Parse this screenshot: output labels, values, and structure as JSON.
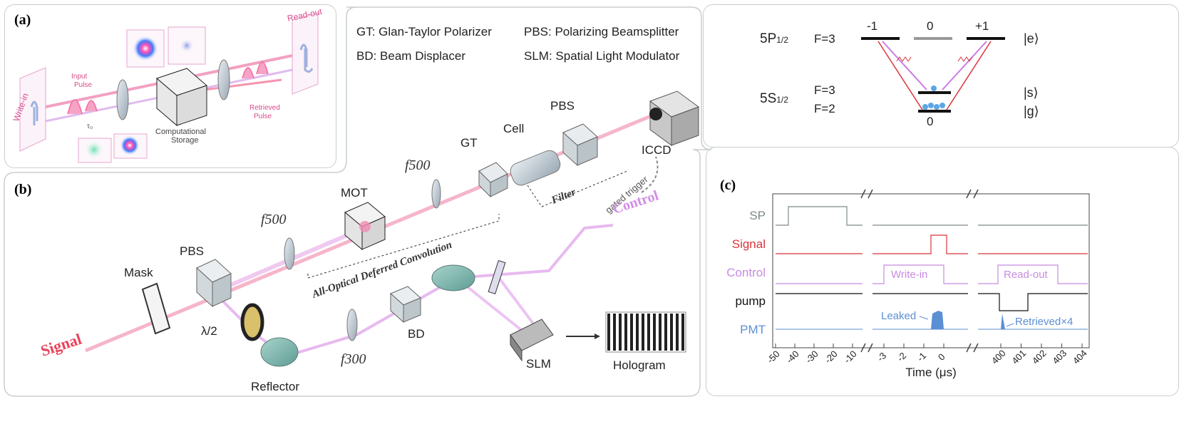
{
  "panel_a": {
    "label": "(a)",
    "write_in": "Write-in",
    "read_out": "Read-out",
    "input_pulse_line1": "Input",
    "input_pulse_line2": "Pulse",
    "tau": "τ₀",
    "storage_line1": "Computational",
    "storage_line2": "Storage",
    "retrieved_line1": "Retrieved",
    "retrieved_line2": "Pulse"
  },
  "panel_b": {
    "label": "(b)",
    "legend": {
      "gt": "GT: Glan-Taylor Polarizer",
      "pbs": "PBS: Polarizing Beamsplitter",
      "bd": "BD: Beam Displacer",
      "slm": "SLM: Spatial Light Modulator"
    },
    "components": {
      "gt": "GT",
      "cell": "Cell",
      "pbs_top": "PBS",
      "iccd": "ICCD",
      "f500_right": "f500",
      "mot": "MOT",
      "filter": "Filter",
      "gated_trigger": "gated trigger",
      "f500_left": "f500",
      "deferred_convolution": "All-Optical Deferred Convolution",
      "control": "Control",
      "mask": "Mask",
      "pbs_bottom": "PBS",
      "signal": "Signal",
      "half_wave": "λ/2",
      "reflector": "Reflector",
      "f300": "f300",
      "bd": "BD",
      "slm": "SLM",
      "hologram": "Hologram"
    }
  },
  "level_scheme": {
    "upper_state": "5P",
    "upper_sub": "1/2",
    "upper_f": "F=3",
    "lower_state": "5S",
    "lower_sub": "1/2",
    "lower_f3": "F=3",
    "lower_f2": "F=2",
    "m_minus": "-1",
    "m_zero": "0",
    "m_plus": "+1",
    "m_zero_bottom": "0",
    "ket_e": "|e⟩",
    "ket_s": "|s⟩",
    "ket_g": "|g⟩",
    "colors": {
      "pump_red": "#d9343a",
      "control_pink": "#cf7be6",
      "atom_blue": "#5aa6e6"
    }
  },
  "panel_c": {
    "label": "(c)",
    "channels": [
      {
        "name": "SP",
        "color": "#7c8a88"
      },
      {
        "name": "Signal",
        "color": "#d9343a"
      },
      {
        "name": "Control",
        "color": "#c88be0"
      },
      {
        "name": "pump",
        "color": "#111111"
      },
      {
        "name": "PMT",
        "color": "#5b8fd4"
      }
    ],
    "write_in": "Write-in",
    "read_out": "Read-out",
    "leaked": "Leaked",
    "retrieved": "Retrieved×4",
    "xlabel": "Time (μs)",
    "ticks_1": [
      "-50",
      "-40",
      "-30",
      "-20",
      "-10"
    ],
    "ticks_2": [
      "-3",
      "-2",
      "-1",
      "0"
    ],
    "ticks_3": [
      "400",
      "401",
      "402",
      "403",
      "404"
    ]
  }
}
